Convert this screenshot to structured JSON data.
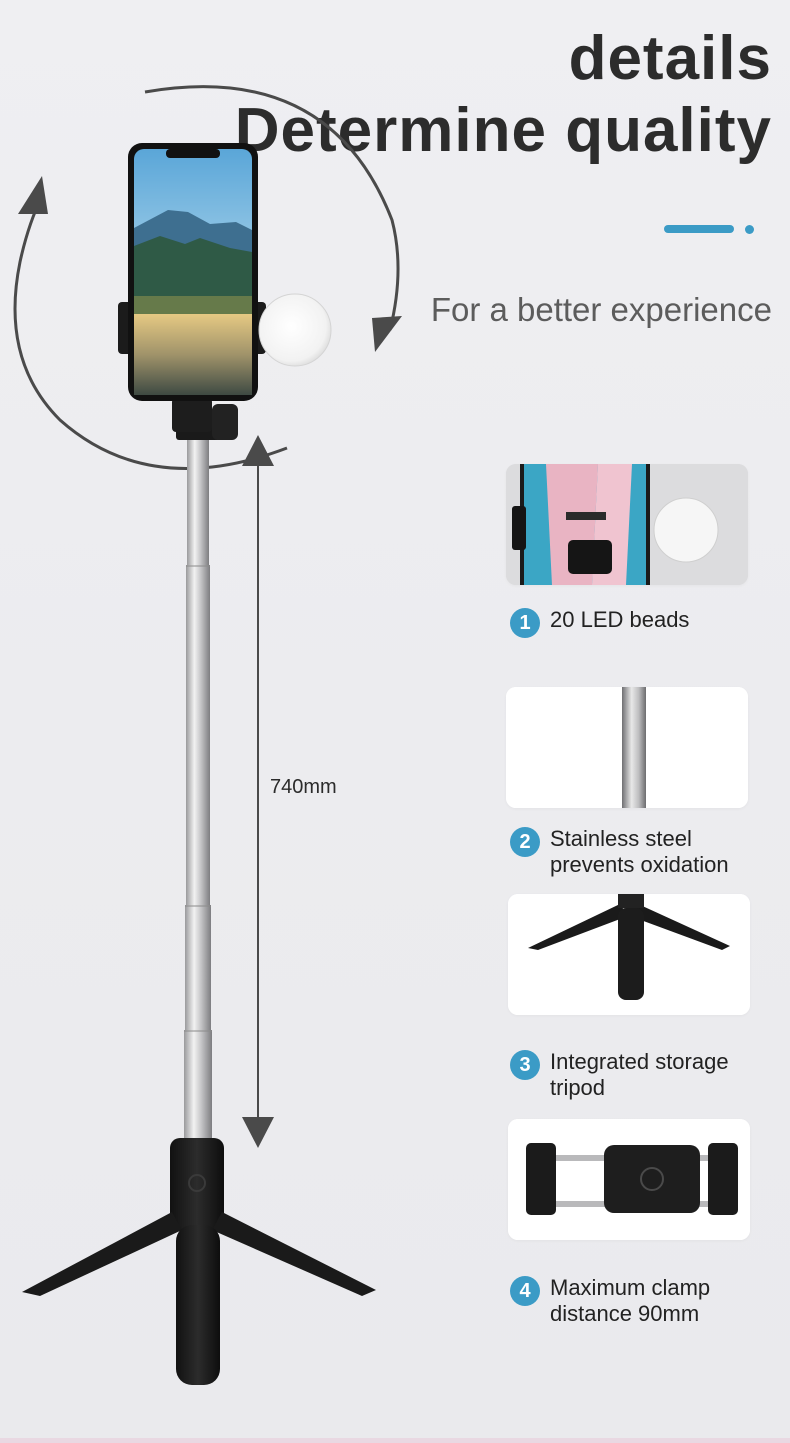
{
  "header": {
    "line1": "details",
    "line2": "Determine quality",
    "tagline": "For a better experience"
  },
  "measurement": {
    "length_label": "740mm"
  },
  "features": [
    {
      "number": "1",
      "label": "20 LED beads"
    },
    {
      "number": "2",
      "label": "Stainless steel prevents oxidation"
    },
    {
      "number": "3",
      "label": "Integrated storage tripod"
    },
    {
      "number": "4",
      "label": "Maximum clamp distance 90mm"
    }
  ],
  "colors": {
    "accent": "#3b9bc6",
    "heading": "#2c2c2c",
    "background": "#ececef"
  },
  "icons": {
    "rotation": "rotation-arrows-icon",
    "dimension": "double-arrow-icon"
  }
}
